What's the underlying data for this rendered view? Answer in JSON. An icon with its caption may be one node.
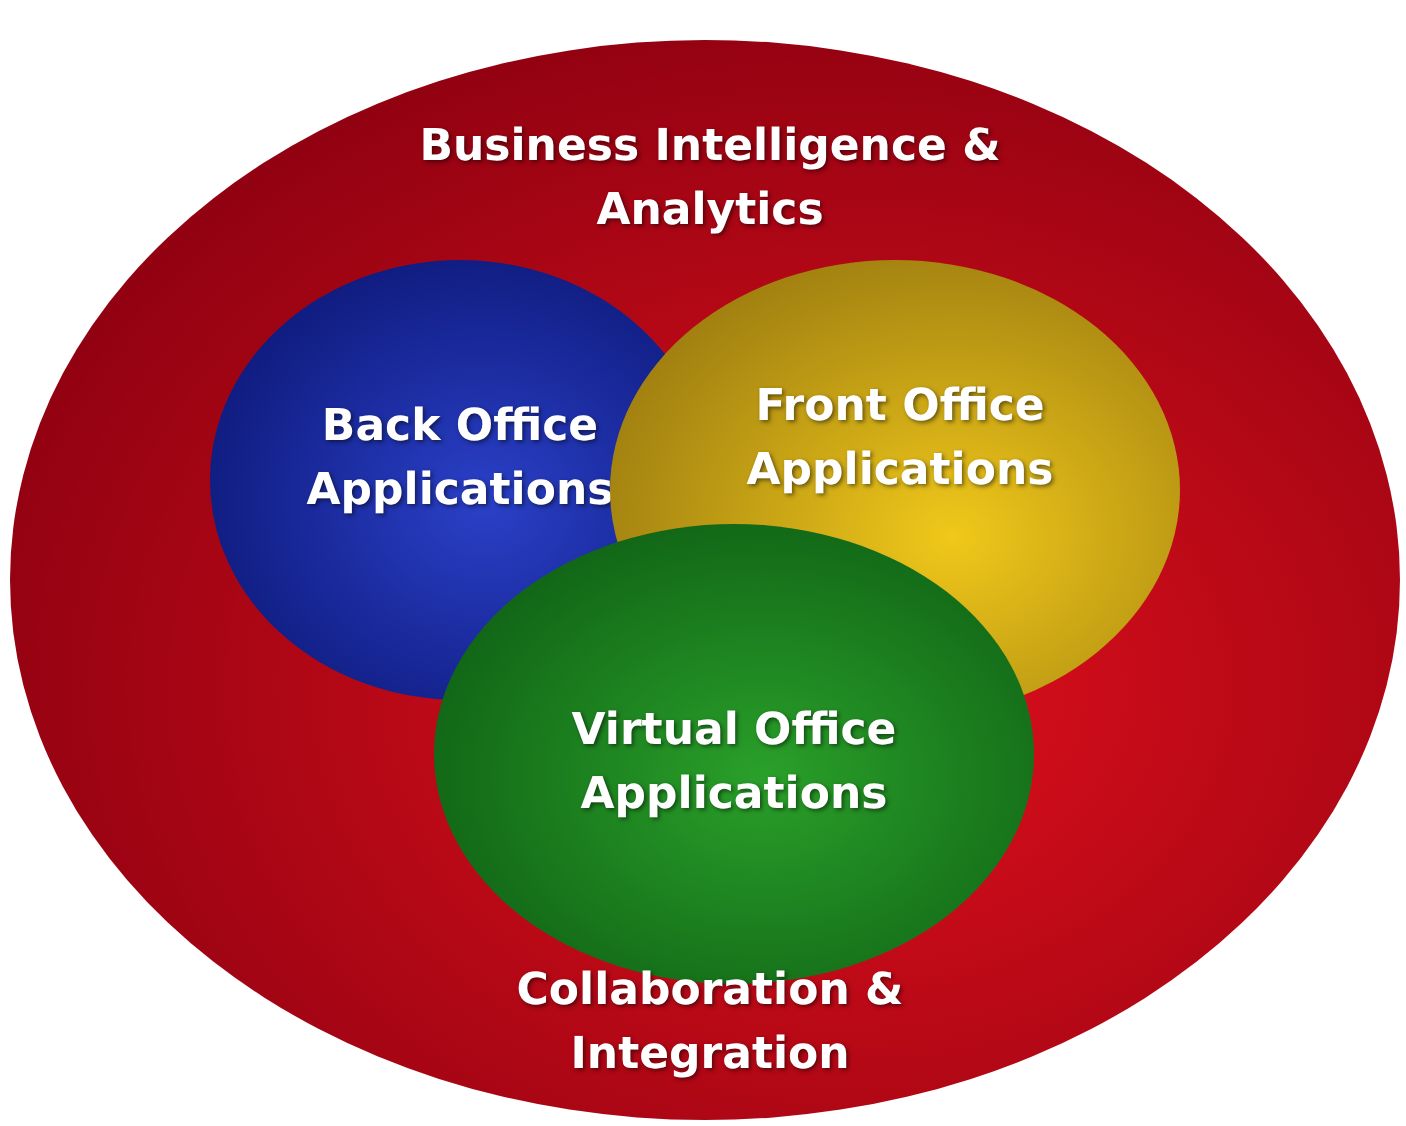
{
  "diagram": {
    "nodes": [
      {
        "text": [
          "Business Intelligence & Analytics",
          "Collaboration & Integration"
        ]
      },
      {
        "text": [
          "Back Office Applications"
        ],
        "in": 0
      },
      {
        "text": [
          "Front Office Applications"
        ],
        "in": 0
      },
      {
        "text": [
          "Virtual Office Applications"
        ],
        "in": 0
      }
    ]
  }
}
